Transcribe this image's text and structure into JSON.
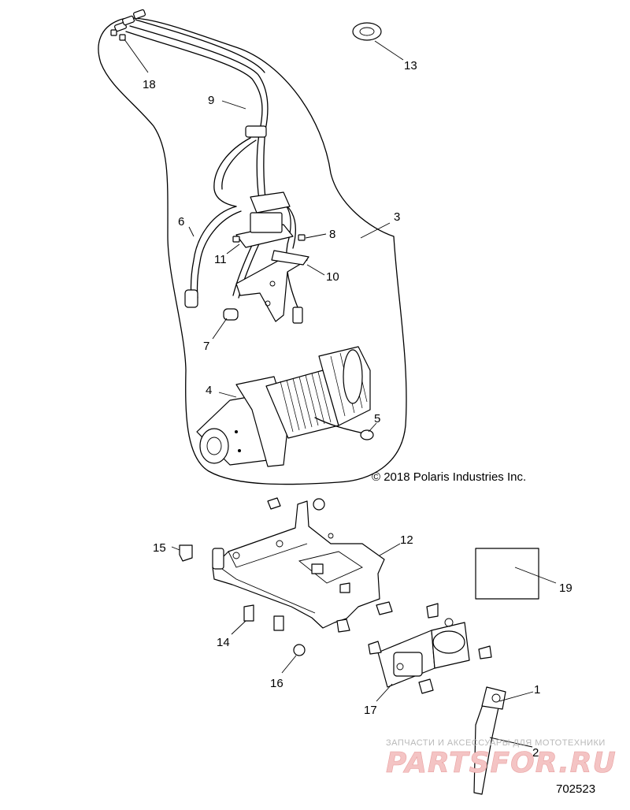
{
  "callouts": [
    {
      "id": "1",
      "text": "1"
    },
    {
      "id": "2",
      "text": "2"
    },
    {
      "id": "3",
      "text": "3"
    },
    {
      "id": "4",
      "text": "4"
    },
    {
      "id": "5",
      "text": "5"
    },
    {
      "id": "6",
      "text": "6"
    },
    {
      "id": "7",
      "text": "7"
    },
    {
      "id": "8",
      "text": "8"
    },
    {
      "id": "9",
      "text": "9"
    },
    {
      "id": "10",
      "text": "10"
    },
    {
      "id": "11",
      "text": "11"
    },
    {
      "id": "12",
      "text": "12"
    },
    {
      "id": "13",
      "text": "13"
    },
    {
      "id": "14",
      "text": "14"
    },
    {
      "id": "15",
      "text": "15"
    },
    {
      "id": "16",
      "text": "16"
    },
    {
      "id": "17",
      "text": "17"
    },
    {
      "id": "18",
      "text": "18"
    },
    {
      "id": "19",
      "text": "19"
    }
  ],
  "copyright": "© 2018 Polaris Industries Inc.",
  "diagram_number": "702523",
  "watermark": {
    "tagline": "ЗАПЧАСТИ И АКСЕССУАРЫ ДЛЯ МОТОТЕХНИКИ",
    "brand": "PARTSFOR.RU"
  }
}
